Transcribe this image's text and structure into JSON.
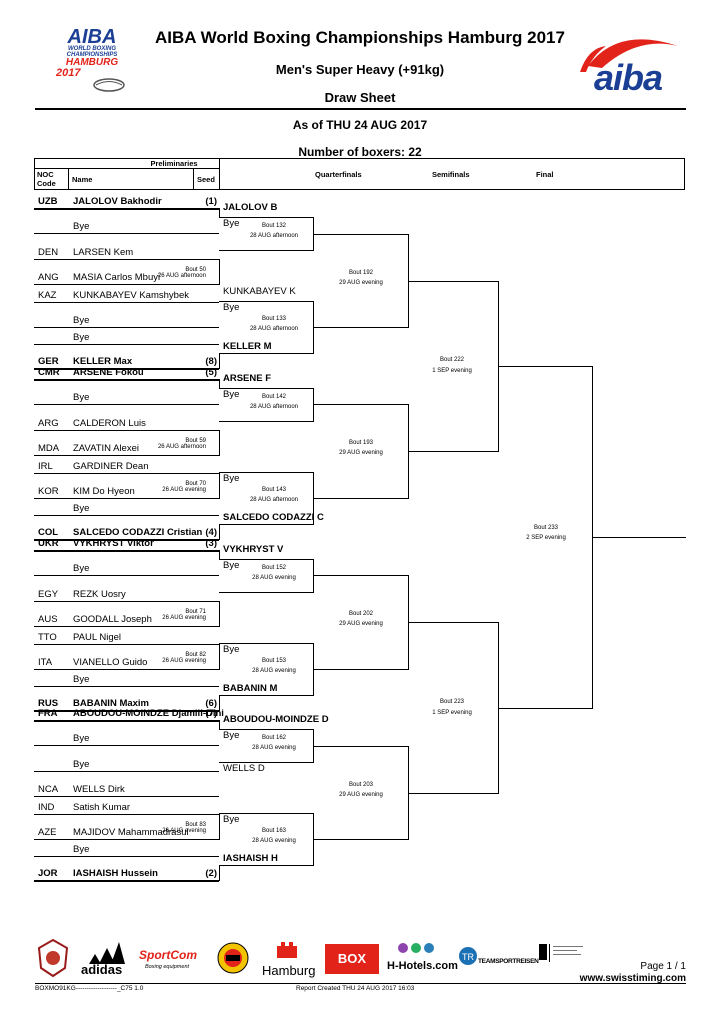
{
  "header": {
    "logo_lines": [
      "AIBA",
      "WORLD BOXING",
      "CHAMPIONSHIPS",
      "HAMBURG",
      "2017"
    ],
    "title": "AIBA World Boxing Championships Hamburg 2017",
    "category": "Men's Super Heavy (+91kg)",
    "sheet": "Draw Sheet",
    "as_of": "As of THU 24 AUG 2017",
    "num_boxers": "Number of boxers: 22",
    "brand": "aiba"
  },
  "columns": {
    "preliminaries": "Preliminaries",
    "noc": "NOC Code",
    "name": "Name",
    "seed": "Seed",
    "quarterfinals": "Quarterfinals",
    "semifinals": "Semifinals",
    "final": "Final"
  },
  "entries": [
    {
      "noc": "UZB",
      "name": "JALOLOV Bakhodir",
      "seed": "(1)",
      "bold": true
    },
    {
      "noc": "",
      "name": "Bye",
      "seed": "",
      "bold": false
    },
    {
      "noc": "DEN",
      "name": "LARSEN Kem",
      "seed": "",
      "bold": false
    },
    {
      "noc": "ANG",
      "name": "MASIA Carlos Mbuyi",
      "seed": "",
      "bold": false
    },
    {
      "noc": "KAZ",
      "name": "KUNKABAYEV Kamshybek",
      "seed": "",
      "bold": false
    },
    {
      "noc": "",
      "name": "Bye",
      "seed": "",
      "bold": false
    },
    {
      "noc": "",
      "name": "Bye",
      "seed": "",
      "bold": false
    },
    {
      "noc": "GER",
      "name": "KELLER Max",
      "seed": "(8)",
      "bold": true
    },
    {
      "noc": "CMR",
      "name": "ARSENE Fokou",
      "seed": "(5)",
      "bold": true
    },
    {
      "noc": "",
      "name": "Bye",
      "seed": "",
      "bold": false
    },
    {
      "noc": "ARG",
      "name": "CALDERON Luis",
      "seed": "",
      "bold": false
    },
    {
      "noc": "MDA",
      "name": "ZAVATIN Alexei",
      "seed": "",
      "bold": false
    },
    {
      "noc": "IRL",
      "name": "GARDINER Dean",
      "seed": "",
      "bold": false
    },
    {
      "noc": "KOR",
      "name": "KIM Do Hyeon",
      "seed": "",
      "bold": false
    },
    {
      "noc": "",
      "name": "Bye",
      "seed": "",
      "bold": false
    },
    {
      "noc": "COL",
      "name": "SALCEDO CODAZZI Cristian",
      "seed": "(4)",
      "bold": true
    },
    {
      "noc": "UKR",
      "name": "VYKHRYST Viktor",
      "seed": "(3)",
      "bold": true
    },
    {
      "noc": "",
      "name": "Bye",
      "seed": "",
      "bold": false
    },
    {
      "noc": "EGY",
      "name": "REZK Uosry",
      "seed": "",
      "bold": false
    },
    {
      "noc": "AUS",
      "name": "GOODALL Joseph",
      "seed": "",
      "bold": false
    },
    {
      "noc": "TTO",
      "name": "PAUL Nigel",
      "seed": "",
      "bold": false
    },
    {
      "noc": "ITA",
      "name": "VIANELLO Guido",
      "seed": "",
      "bold": false
    },
    {
      "noc": "",
      "name": "Bye",
      "seed": "",
      "bold": false
    },
    {
      "noc": "RUS",
      "name": "BABANIN Maxim",
      "seed": "(6)",
      "bold": true
    },
    {
      "noc": "FRA",
      "name": "ABOUDOU-MOINDZE Djamili-Dini",
      "seed": "(7)",
      "bold": true
    },
    {
      "noc": "",
      "name": "Bye",
      "seed": "",
      "bold": false
    },
    {
      "noc": "",
      "name": "Bye",
      "seed": "",
      "bold": false
    },
    {
      "noc": "NCA",
      "name": "WELLS Dirk",
      "seed": "",
      "bold": false
    },
    {
      "noc": "IND",
      "name": "Satish Kumar",
      "seed": "",
      "bold": false
    },
    {
      "noc": "AZE",
      "name": "MAJIDOV Mahammadrasul",
      "seed": "",
      "bold": false
    },
    {
      "noc": "",
      "name": "Bye",
      "seed": "",
      "bold": false
    },
    {
      "noc": "JOR",
      "name": "IASHAISH Hussein",
      "seed": "(2)",
      "bold": true
    }
  ],
  "prelim_bouts": [
    {
      "label": "Bout 50",
      "time": "26 AUG afternoon"
    },
    {
      "label": "Bout 59",
      "time": "26 AUG afternoon"
    },
    {
      "label": "Bout 70",
      "time": "26 AUG evening"
    },
    {
      "label": "Bout 71",
      "time": "26 AUG evening"
    },
    {
      "label": "Bout 82",
      "time": "26 AUG evening"
    },
    {
      "label": "Bout 83",
      "time": "26 AUG evening"
    }
  ],
  "r32": [
    {
      "top": "JALOLOV B",
      "top_bold": true,
      "bottom": "Bye",
      "bottom_bold": false,
      "label": "Bout 132",
      "time": "28 AUG afternoon"
    },
    {
      "top": "KUNKABAYEV K",
      "top_bold": false,
      "bottom": "Bye",
      "bottom_bold": false,
      "label": "Bout 133",
      "time": "28 AUG afternoon"
    },
    {
      "top": "ARSENE F",
      "top_bold": true,
      "bottom": "Bye",
      "bottom_bold": false,
      "label": "Bout 142",
      "time": "28 AUG afternoon"
    },
    {
      "top": "",
      "top_bold": false,
      "bottom": "Bye",
      "bottom_bold": false,
      "label": "Bout 143",
      "time": "28 AUG afternoon"
    },
    {
      "top": "VYKHRYST V",
      "top_bold": true,
      "bottom": "Bye",
      "bottom_bold": false,
      "label": "Bout 152",
      "time": "28 AUG evening"
    },
    {
      "top": "",
      "top_bold": false,
      "bottom": "Bye",
      "bottom_bold": false,
      "label": "Bout 153",
      "time": "28 AUG evening"
    },
    {
      "top": "ABOUDOU-MOINDZE D",
      "top_bold": true,
      "bottom": "Bye",
      "bottom_bold": false,
      "label": "Bout 162",
      "time": "28 AUG evening"
    },
    {
      "top": "",
      "top_bold": false,
      "bottom": "Bye",
      "bottom_bold": false,
      "label": "Bout 163",
      "time": "28 AUG evening"
    }
  ],
  "r32_below": [
    "KELLER M",
    "SALCEDO CODAZZI C",
    "BABANIN M",
    "IASHAISH H"
  ],
  "r32_mid": [
    "",
    "",
    "",
    "WELLS D"
  ],
  "qf": [
    {
      "label": "Bout 192",
      "time": "29 AUG evening"
    },
    {
      "label": "Bout 193",
      "time": "29 AUG evening"
    },
    {
      "label": "Bout 202",
      "time": "29 AUG evening"
    },
    {
      "label": "Bout 203",
      "time": "29 AUG evening"
    }
  ],
  "sf": [
    {
      "label": "Bout 222",
      "time": "1 SEP evening"
    },
    {
      "label": "Bout 223",
      "time": "1 SEP evening"
    }
  ],
  "final": {
    "label": "Bout 233",
    "time": "2 SEP evening"
  },
  "sponsors": [
    "adidas",
    "SportCom",
    "Boxing equipment",
    "Hamburg",
    "BOX SPORT",
    "H-Hotels.com",
    "TEAMSPORTREISEN"
  ],
  "footer": {
    "page": "Page 1 / 1",
    "site": "www.swisstiming.com",
    "code": "BOXMO91KG-------------------_C75 1.0",
    "report": "Report Created  THU 24 AUG 2017 16:03"
  },
  "colors": {
    "brand_red": "#e2231a",
    "brand_blue": "#1b3f94"
  }
}
